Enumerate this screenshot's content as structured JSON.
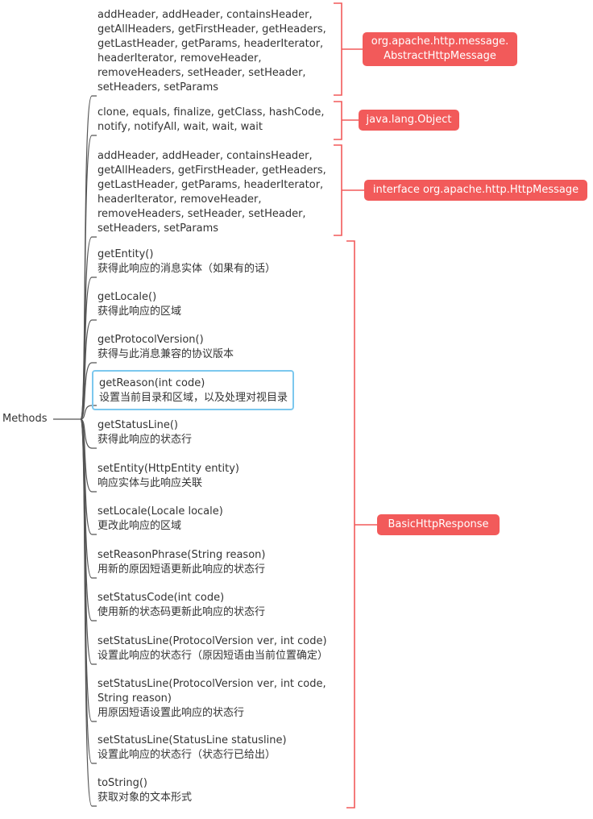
{
  "root": {
    "label": "Methods"
  },
  "groups": [
    {
      "label": "org.apache.http.message.\nAbstractHttpMessage",
      "color": "#f25a5a",
      "items": [
        {
          "lines": [
            "addHeader, addHeader, containsHeader,",
            "getAllHeaders, getFirstHeader, getHeaders,",
            "getLastHeader, getParams, headerIterator,",
            "headerIterator, removeHeader,",
            "removeHeaders, setHeader, setHeader,",
            "setHeaders, setParams"
          ]
        }
      ]
    },
    {
      "label": "java.lang.Object",
      "color": "#f25a5a",
      "items": [
        {
          "lines": [
            "clone, equals, finalize, getClass, hashCode,",
            "notify, notifyAll, wait, wait, wait"
          ]
        }
      ]
    },
    {
      "label": "interface org.apache.http.HttpMessage",
      "color": "#f25a5a",
      "items": [
        {
          "lines": [
            "addHeader, addHeader, containsHeader,",
            "getAllHeaders, getFirstHeader, getHeaders,",
            "getLastHeader, getParams, headerIterator,",
            "headerIterator, removeHeader,",
            "removeHeaders, setHeader, setHeader,",
            "setHeaders, setParams"
          ]
        }
      ]
    },
    {
      "label": "BasicHttpResponse",
      "color": "#f25a5a",
      "items": [
        {
          "lines": [
            "getEntity()",
            "获得此响应的消息实体（如果有的话）"
          ]
        },
        {
          "lines": [
            "getLocale()",
            "获得此响应的区域"
          ]
        },
        {
          "lines": [
            "getProtocolVersion()",
            "获得与此消息兼容的协议版本"
          ]
        },
        {
          "lines": [
            "getReason(int code)",
            "设置当前目录和区域，以及处理对视目录"
          ],
          "selected": true
        },
        {
          "lines": [
            "getStatusLine()",
            "获得此响应的状态行"
          ]
        },
        {
          "lines": [
            "setEntity(HttpEntity entity)",
            "响应实体与此响应关联"
          ]
        },
        {
          "lines": [
            "setLocale(Locale locale)",
            "更改此响应的区域"
          ]
        },
        {
          "lines": [
            "setReasonPhrase(String reason)",
            "用新的原因短语更新此响应的状态行"
          ]
        },
        {
          "lines": [
            "setStatusCode(int code)",
            "使用新的状态码更新此响应的状态行"
          ]
        },
        {
          "lines": [
            "setStatusLine(ProtocolVersion ver, int code)",
            "设置此响应的状态行（原因短语由当前位置确定）"
          ]
        },
        {
          "lines": [
            "setStatusLine(ProtocolVersion ver, int code,",
            "String reason)",
            "用原因短语设置此响应的状态行"
          ]
        },
        {
          "lines": [
            "setStatusLine(StatusLine statusline)",
            "设置此响应的状态行（状态行已给出）"
          ]
        },
        {
          "lines": [
            "toString()",
            "获取对象的文本形式"
          ]
        }
      ]
    }
  ],
  "colors": {
    "connector": "#555555",
    "bracket": "#f25a5a",
    "tag_bg": "#f25a5a",
    "tag_text": "#ffffff",
    "selection": "#7cc8ee"
  }
}
